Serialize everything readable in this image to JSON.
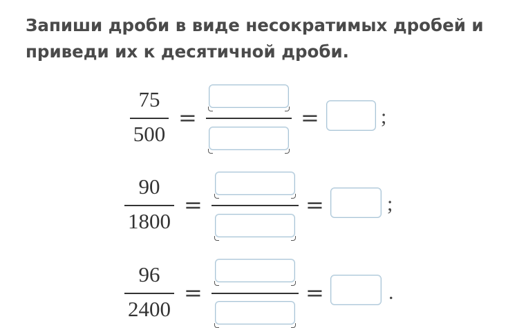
{
  "task": {
    "text": "Запиши дроби в виде несократимых дробей и приведи их к десятичной дроби."
  },
  "rows": [
    {
      "numerator": "75",
      "denominator": "500",
      "end_mark": ";"
    },
    {
      "numerator": "90",
      "denominator": "1800",
      "end_mark": ";"
    },
    {
      "numerator": "96",
      "denominator": "2400",
      "end_mark": "."
    }
  ],
  "symbols": {
    "equals": "="
  }
}
